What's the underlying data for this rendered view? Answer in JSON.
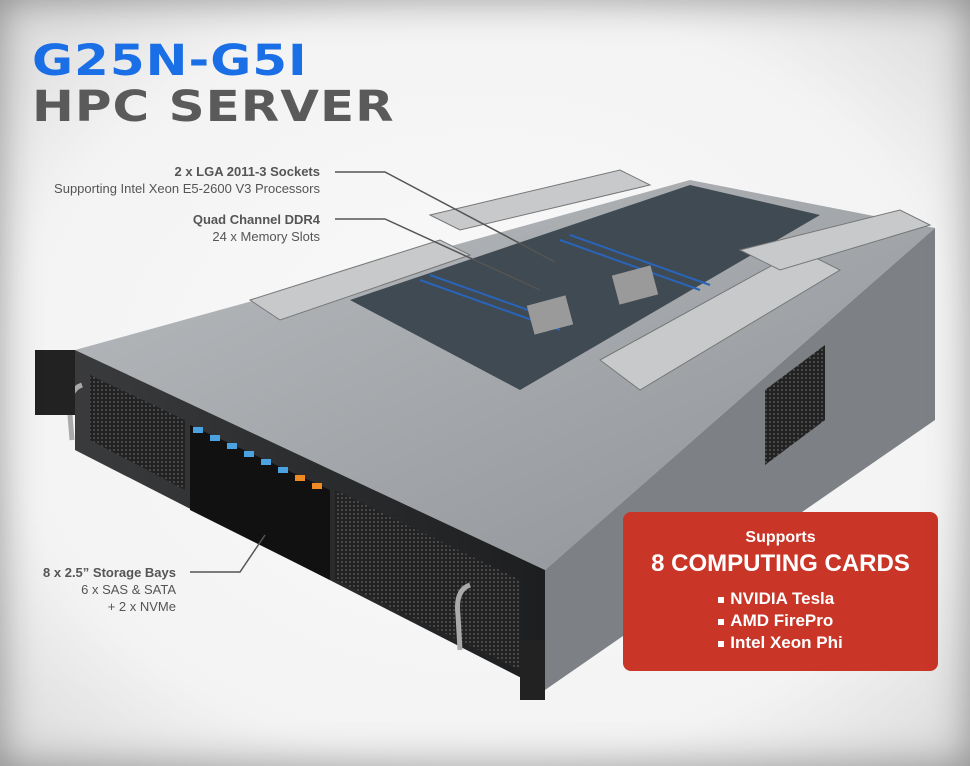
{
  "title": {
    "model": "G25N-G5I",
    "subtitle": "HPC SERVER"
  },
  "annotations": [
    {
      "heading": "2 x LGA 2011-3 Sockets",
      "detail": "Supporting Intel Xeon E5-2600 V3 Processors"
    },
    {
      "heading": "Quad Channel DDR4",
      "detail": "24 x Memory Slots"
    },
    {
      "heading": "8 x 2.5” Storage Bays",
      "detail": "6 x SAS & SATA",
      "detail2": "+ 2 x NVMe"
    }
  ],
  "badge": {
    "supports": "Supports",
    "headline": "8 COMPUTING CARDS",
    "items": [
      "NVIDIA Tesla",
      "AMD FirePro",
      "Intel Xeon Phi"
    ]
  },
  "colors": {
    "title_blue": "#1a6ee6",
    "title_gray": "#5a5a5a",
    "badge_red": "#c93527"
  }
}
